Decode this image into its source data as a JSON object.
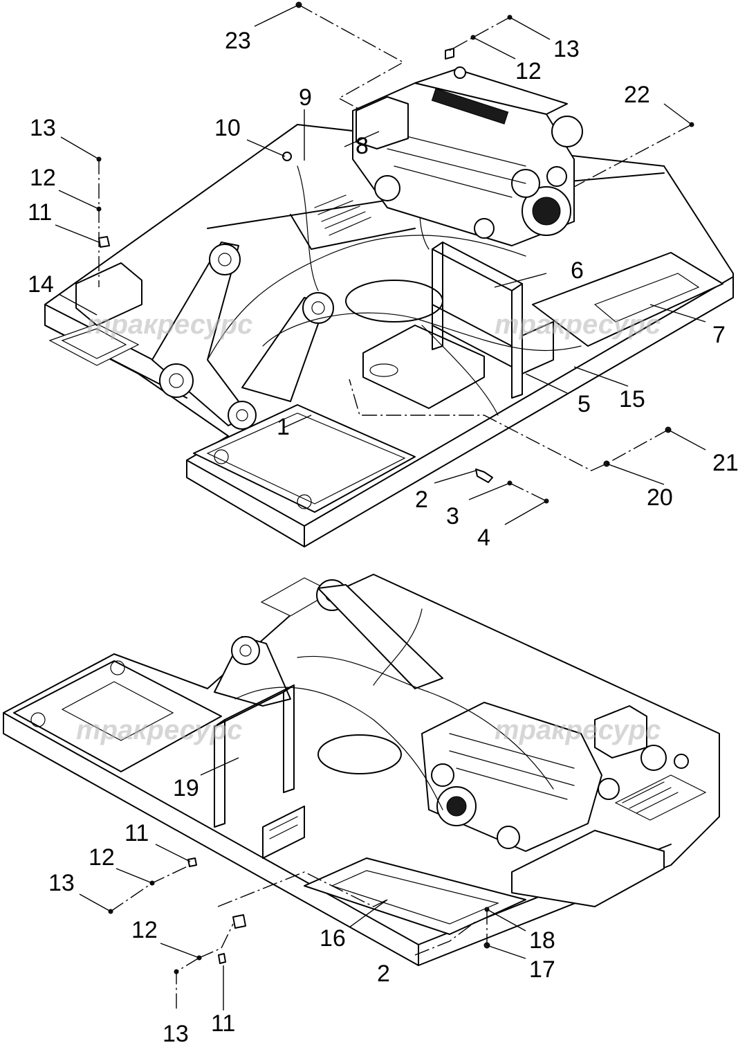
{
  "diagram": {
    "watermark": "тракресурс",
    "callouts_top": [
      {
        "id": "23",
        "label": "23"
      },
      {
        "id": "13",
        "label": "13"
      },
      {
        "id": "12",
        "label": "12"
      },
      {
        "id": "9",
        "label": "9"
      },
      {
        "id": "22",
        "label": "22"
      },
      {
        "id": "13b",
        "label": "13"
      },
      {
        "id": "10",
        "label": "10"
      },
      {
        "id": "8",
        "label": "8"
      },
      {
        "id": "12b",
        "label": "12"
      },
      {
        "id": "11",
        "label": "11"
      },
      {
        "id": "6",
        "label": "6"
      },
      {
        "id": "14",
        "label": "14"
      },
      {
        "id": "7",
        "label": "7"
      },
      {
        "id": "15",
        "label": "15"
      },
      {
        "id": "5",
        "label": "5"
      },
      {
        "id": "1",
        "label": "1"
      },
      {
        "id": "21",
        "label": "21"
      },
      {
        "id": "2",
        "label": "2"
      },
      {
        "id": "20",
        "label": "20"
      },
      {
        "id": "3",
        "label": "3"
      },
      {
        "id": "4",
        "label": "4"
      }
    ],
    "callouts_bottom": [
      {
        "id": "19",
        "label": "19"
      },
      {
        "id": "11",
        "label": "11"
      },
      {
        "id": "12",
        "label": "12"
      },
      {
        "id": "13",
        "label": "13"
      },
      {
        "id": "16",
        "label": "16"
      },
      {
        "id": "18",
        "label": "18"
      },
      {
        "id": "12b",
        "label": "12"
      },
      {
        "id": "2",
        "label": "2"
      },
      {
        "id": "17",
        "label": "17"
      },
      {
        "id": "11b",
        "label": "11"
      },
      {
        "id": "13b",
        "label": "13"
      }
    ]
  }
}
